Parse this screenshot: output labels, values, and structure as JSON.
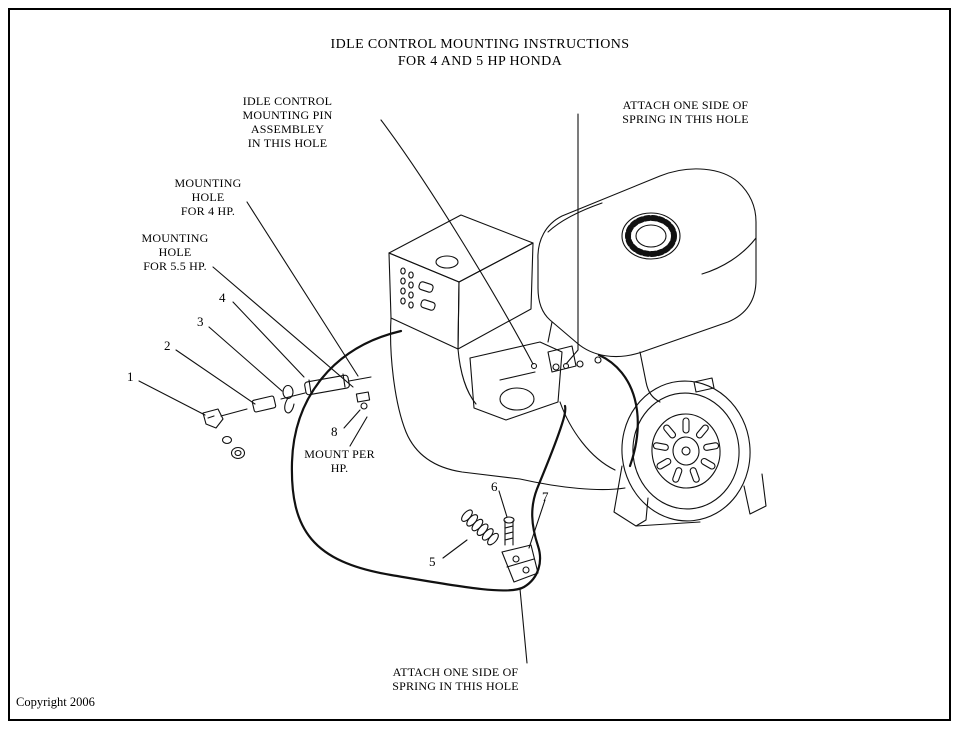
{
  "title": {
    "line1": "IDLE CONTROL MOUNTING INSTRUCTIONS",
    "line2": "FOR 4 AND 5 HP HONDA"
  },
  "callouts": {
    "idle_control_pin": "IDLE CONTROL\nMOUNTING PIN\nASSEMBLEY\nIN THIS HOLE",
    "attach_spring_top": "ATTACH ONE SIDE OF\nSPRING IN THIS HOLE",
    "mounting_hole_4hp": "MOUNTING\nHOLE\nFOR 4 HP.",
    "mounting_hole_55hp": "MOUNTING\nHOLE\nFOR 5.5 HP.",
    "mount_per_hp": "MOUNT PER\nHP.",
    "attach_spring_bottom": "ATTACH ONE SIDE OF\nSPRING IN THIS HOLE"
  },
  "part_numbers": {
    "p1": "1",
    "p2": "2",
    "p3": "3",
    "p4": "4",
    "p5": "5",
    "p6": "6",
    "p7": "7",
    "p8": "8"
  },
  "footer": {
    "copyright": "Copyright 2006"
  },
  "colors": {
    "ink": "#111111",
    "background": "#ffffff"
  }
}
